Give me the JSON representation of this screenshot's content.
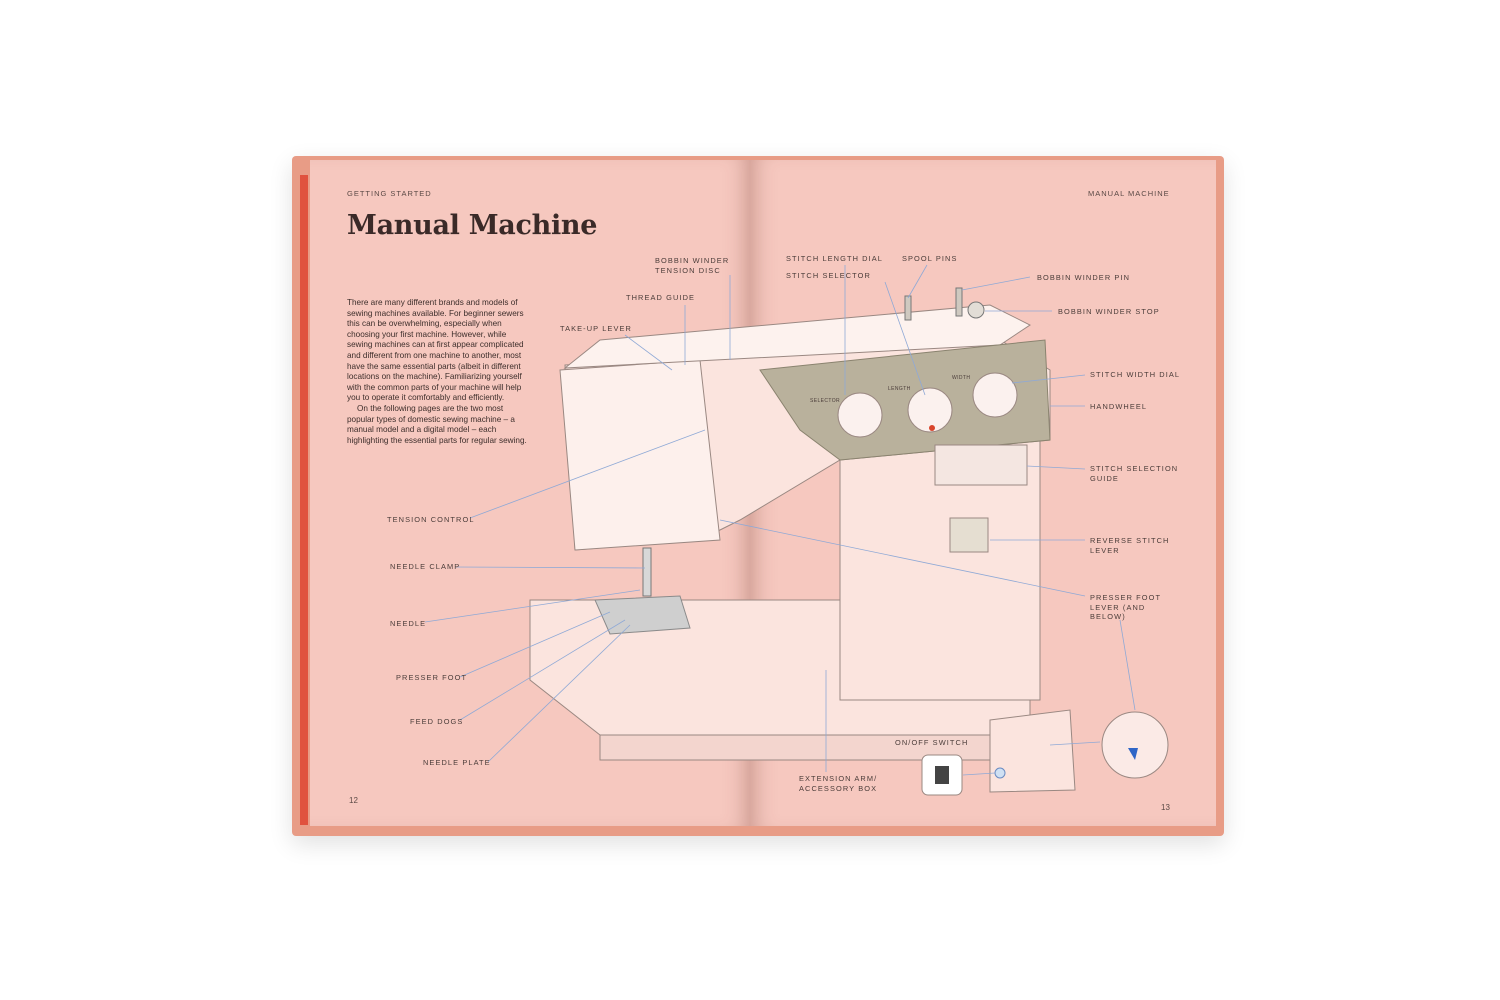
{
  "running_heads": {
    "left": "GETTING STARTED",
    "right": "MANUAL MACHINE"
  },
  "title": "Manual Machine",
  "paragraphs": [
    "There are many different brands and models of sewing machines available. For beginner sewers this can be overwhelming, especially when choosing your first machine. However, while sewing machines can at first appear complicated and different from one machine to another, most have the same essential parts (albeit in different locations on the machine). Familiarizing yourself with the common parts of your machine will help you to operate it comfortably and efficiently.",
    "On the following pages are the two most popular types of domestic sewing machine – a manual model and a digital model – each highlighting the essential parts for regular sewing."
  ],
  "labels": {
    "bobbin_winder_tension_disc": "BOBBIN WINDER\nTENSION DISC",
    "thread_guide": "THREAD GUIDE",
    "take_up_lever": "TAKE-UP LEVER",
    "tension_control": "TENSION CONTROL",
    "needle_clamp": "NEEDLE CLAMP",
    "needle": "NEEDLE",
    "presser_foot": "PRESSER FOOT",
    "feed_dogs": "FEED DOGS",
    "needle_plate": "NEEDLE PLATE",
    "stitch_length_dial": "STITCH LENGTH DIAL",
    "stitch_selector": "STITCH SELECTOR",
    "spool_pins": "SPOOL PINS",
    "bobbin_winder_pin": "BOBBIN WINDER PIN",
    "bobbin_winder_stop": "BOBBIN WINDER STOP",
    "stitch_width_dial": "STITCH WIDTH DIAL",
    "handwheel": "HANDWHEEL",
    "stitch_selection_guide": "STITCH SELECTION\nGUIDE",
    "reverse_stitch_lever": "REVERSE STITCH\nLEVER",
    "presser_foot_lever": "PRESSER FOOT\nLEVER (AND\nBELOW)",
    "on_off_switch": "ON/OFF SWITCH",
    "extension_arm": "EXTENSION ARM/\nACCESSORY BOX"
  },
  "dial_labels": {
    "selector": "SELECTOR",
    "length": "LENGTH",
    "width": "WIDTH"
  },
  "page_numbers": {
    "left": "12",
    "right": "13"
  },
  "colors": {
    "page": "#f6c8bf",
    "cover": "#e89c86",
    "machine_body": "#fbe4de",
    "panel": "#b9b19c",
    "leader_line": "#8fa9d6",
    "title_text": "#3a2a28"
  }
}
